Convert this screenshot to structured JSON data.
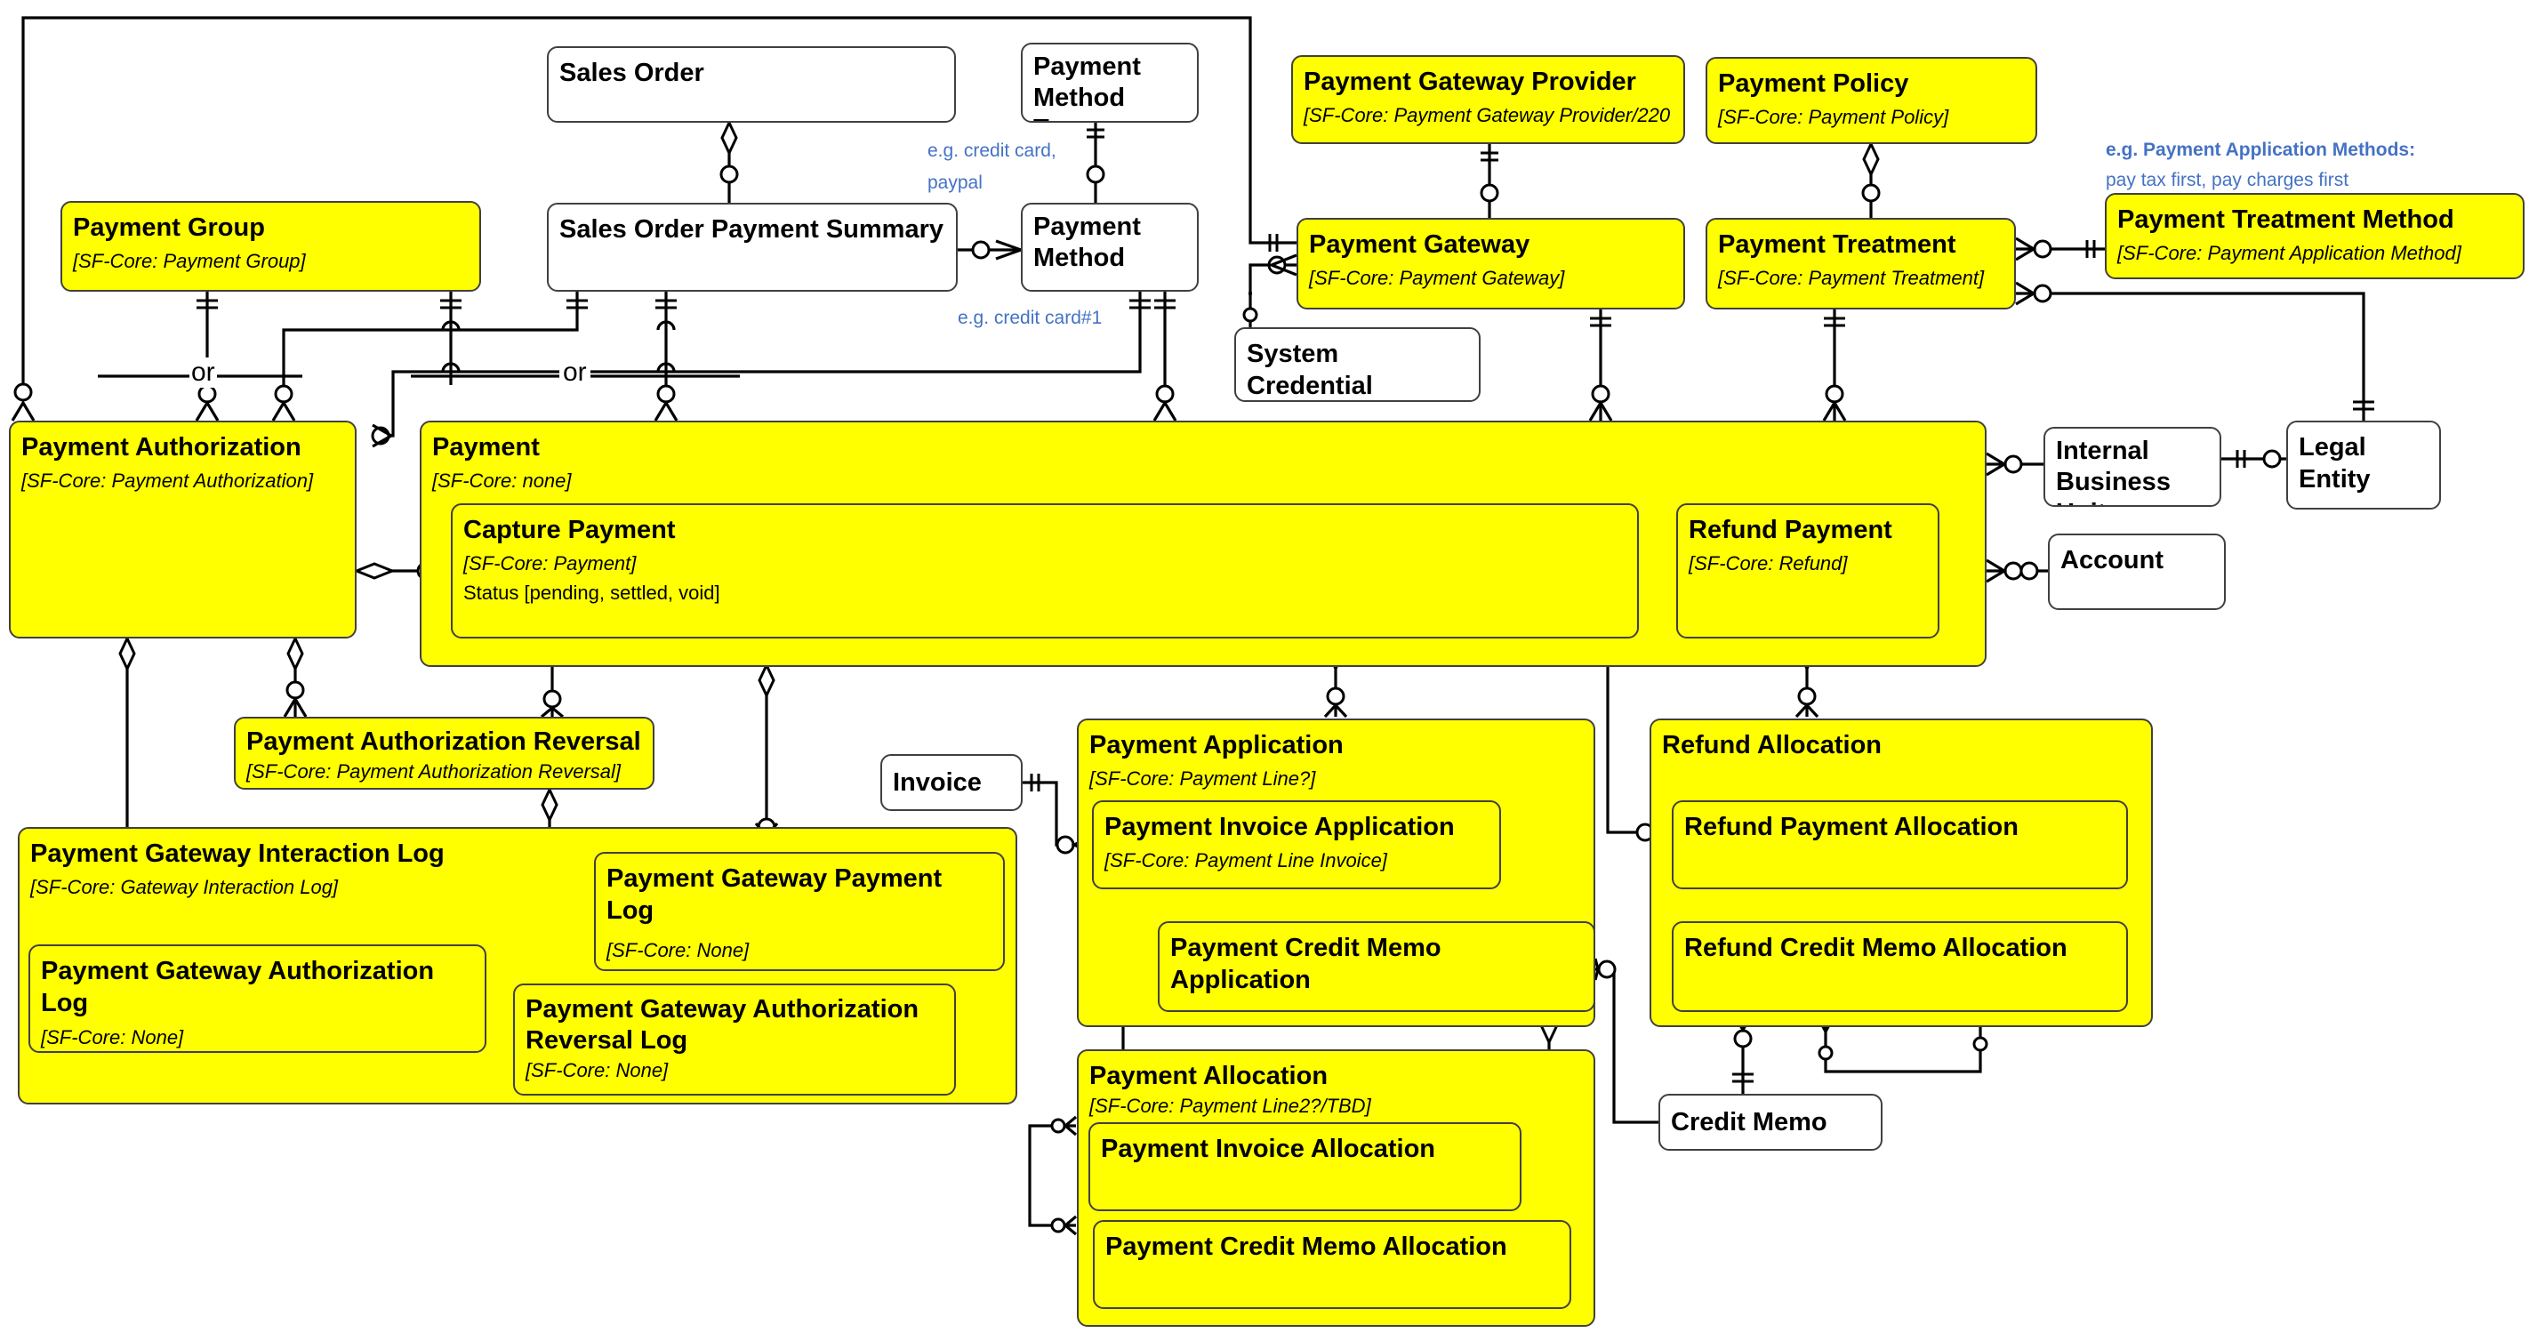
{
  "entities": {
    "sales_order": {
      "title": "Sales Order"
    },
    "payment_method_type": {
      "title": "Payment Method Type"
    },
    "payment_gateway_provider": {
      "title": "Payment Gateway Provider",
      "sf": "[SF-Core: Payment Gateway Provider/220"
    },
    "payment_policy": {
      "title": "Payment Policy",
      "sf": "[SF-Core: Payment Policy]"
    },
    "payment_group": {
      "title": "Payment Group",
      "sf": "[SF-Core: Payment Group]"
    },
    "sales_order_payment_summary": {
      "title": "Sales Order Payment Summary"
    },
    "payment_method": {
      "title": "Payment Method"
    },
    "payment_gateway": {
      "title": "Payment Gateway",
      "sf": "[SF-Core: Payment Gateway]"
    },
    "payment_treatment": {
      "title": "Payment Treatment",
      "sf": "[SF-Core: Payment Treatment]"
    },
    "payment_treatment_method": {
      "title": "Payment Treatment Method",
      "sf": "[SF-Core: Payment Application Method]"
    },
    "system_credential": {
      "title": "System Credential"
    },
    "payment_authorization": {
      "title": "Payment Authorization",
      "sf": "[SF-Core: Payment Authorization]"
    },
    "payment": {
      "title": "Payment",
      "sf": "[SF-Core: none]"
    },
    "capture_payment": {
      "title": "Capture Payment",
      "sf": "[SF-Core: Payment]",
      "status": "Status [pending, settled, void]"
    },
    "refund_payment": {
      "title": "Refund Payment",
      "sf": "[SF-Core: Refund]"
    },
    "internal_business_unit": {
      "title": "Internal Business Unit"
    },
    "legal_entity": {
      "title": "Legal Entity"
    },
    "account": {
      "title": "Account"
    },
    "payment_authorization_reversal": {
      "title": "Payment Authorization Reversal",
      "sf": "[SF-Core: Payment Authorization Reversal]"
    },
    "invoice": {
      "title": "Invoice"
    },
    "payment_application": {
      "title": "Payment Application",
      "sf": "[SF-Core: Payment Line?]"
    },
    "payment_invoice_application": {
      "title": "Payment Invoice Application",
      "sf": "[SF-Core: Payment Line Invoice]"
    },
    "payment_credit_memo_application": {
      "title": "Payment Credit Memo Application"
    },
    "refund_allocation": {
      "title": "Refund Allocation"
    },
    "refund_payment_allocation": {
      "title": "Refund Payment Allocation"
    },
    "refund_credit_memo_allocation": {
      "title": "Refund Credit Memo Allocation"
    },
    "payment_gateway_interaction_log": {
      "title": "Payment Gateway Interaction Log",
      "sf": "[SF-Core: Gateway Interaction Log]"
    },
    "payment_gateway_payment_log": {
      "title": "Payment Gateway Payment Log",
      "sf": "[SF-Core: None]"
    },
    "payment_gateway_authorization_log": {
      "title": "Payment Gateway Authorization Log",
      "sf": "[SF-Core: None]"
    },
    "payment_gateway_authorization_reversal_log": {
      "title": "Payment Gateway Authorization Reversal Log",
      "sf": "[SF-Core: None]"
    },
    "payment_allocation": {
      "title": "Payment Allocation",
      "sf": "[SF-Core: Payment Line2?/TBD]"
    },
    "payment_invoice_allocation": {
      "title": "Payment Invoice Allocation"
    },
    "payment_credit_memo_allocation": {
      "title": "Payment Credit Memo Allocation"
    },
    "credit_memo": {
      "title": "Credit Memo"
    }
  },
  "annotations": {
    "credit_card_paypal_line1": "e.g. credit card,",
    "credit_card_paypal_line2": "paypal",
    "credit_card_1": "e.g. credit card#1",
    "app_methods_title": "e.g. Payment Application Methods:",
    "app_methods_text": "pay tax first, pay charges first"
  },
  "or_labels": {
    "left": "or",
    "middle": "or"
  },
  "colors": {
    "entity_fill": "#ffff00",
    "annotation": "#4472c4",
    "border": "#404040"
  }
}
